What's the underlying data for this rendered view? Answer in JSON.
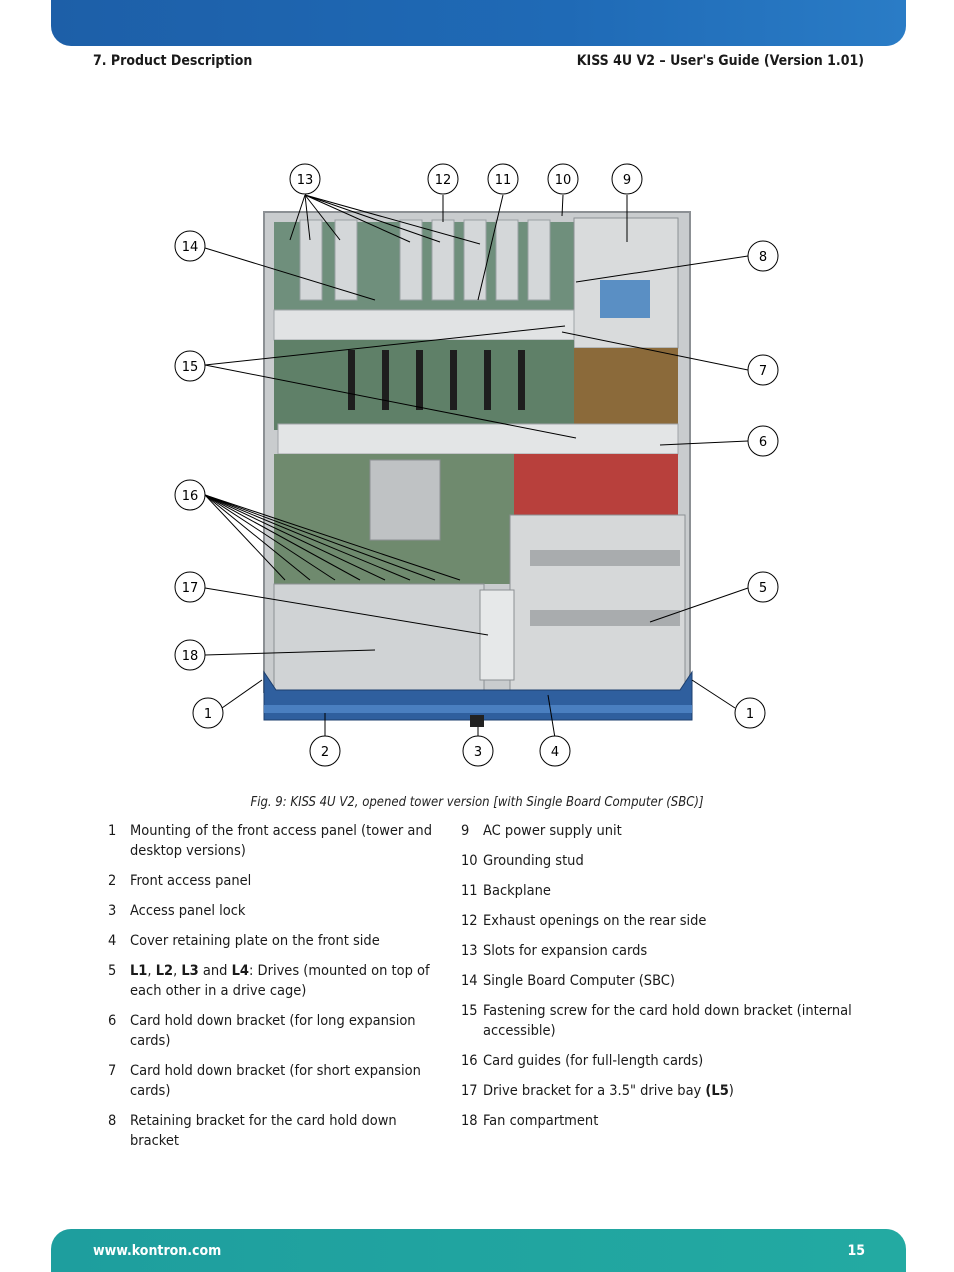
{
  "header": {
    "section": "7. Product Description",
    "doc_title": "KISS 4U V2 – User's Guide (Version 1.01)"
  },
  "figure": {
    "callouts": [
      "1",
      "1",
      "2",
      "3",
      "4",
      "5",
      "6",
      "7",
      "8",
      "9",
      "10",
      "11",
      "12",
      "13",
      "14",
      "15",
      "16",
      "17",
      "18"
    ],
    "caption": "Fig. 9: KISS 4U V2, opened tower version [with Single Board Computer (SBC)]"
  },
  "legend": {
    "left": [
      {
        "num": "1",
        "text": "Mounting of the front access panel (tower and desktop versions)"
      },
      {
        "num": "2",
        "text": "Front access panel"
      },
      {
        "num": "3",
        "text": "Access panel lock"
      },
      {
        "num": "4",
        "text": "Cover retaining plate on the front side"
      },
      {
        "num": "5",
        "parts": {
          "l1": "L1",
          "c1": ", ",
          "l2": "L2",
          "c2": ", ",
          "l3": "L3",
          "and": " and ",
          "l4": "L4",
          "rest": ": Drives (mounted on top of each other in a drive cage)"
        }
      },
      {
        "num": "6",
        "text": "Card hold down bracket (for long expansion cards)"
      },
      {
        "num": "7",
        "text": "Card hold down bracket (for short expansion cards)"
      },
      {
        "num": "8",
        "text": "Retaining bracket for the card hold down bracket"
      }
    ],
    "right": [
      {
        "num": "9",
        "text": "AC power supply unit"
      },
      {
        "num": "10",
        "text": "Grounding stud"
      },
      {
        "num": "11",
        "text": "Backplane"
      },
      {
        "num": "12",
        "text": "Exhaust openings on the rear side"
      },
      {
        "num": "13",
        "text": "Slots for expansion cards"
      },
      {
        "num": "14",
        "text": "Single Board Computer (SBC)"
      },
      {
        "num": "15",
        "text": "Fastening screw for the card hold down bracket (internal accessible)"
      },
      {
        "num": "16",
        "text": "Card guides (for full-length cards)"
      },
      {
        "num": "17",
        "parts": {
          "pre": "Drive bracket for a 3.5\" drive bay ",
          "bold": "(L5",
          "post": ")"
        }
      },
      {
        "num": "18",
        "text": "Fan compartment"
      }
    ]
  },
  "footer": {
    "url": "www.kontron.com",
    "page": "15"
  }
}
